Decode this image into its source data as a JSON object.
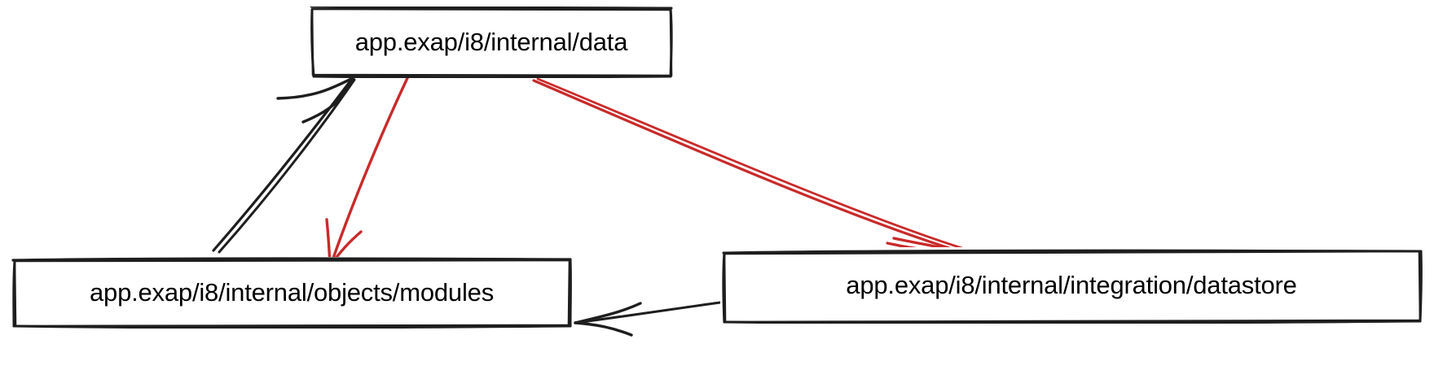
{
  "diagram": {
    "type": "directed-graph",
    "style": "hand-drawn",
    "background_color": "#ffffff",
    "nodes": [
      {
        "id": "data",
        "label": "app.exap/i8/internal/data",
        "stroke_color": "#1e1e1e",
        "fill_color": "#ffffff",
        "text_color": "#000000"
      },
      {
        "id": "modules",
        "label": "app.exap/i8/internal/objects/modules",
        "stroke_color": "#1e1e1e",
        "fill_color": "#ffffff",
        "text_color": "#000000"
      },
      {
        "id": "datastore",
        "label": "app.exap/i8/internal/integration/datastore",
        "stroke_color": "#1e1e1e",
        "fill_color": "#ffffff",
        "text_color": "#000000"
      }
    ],
    "edges": [
      {
        "id": "modules-to-data",
        "from": "modules",
        "to": "data",
        "color": "#1e1e1e",
        "arrowhead": "end"
      },
      {
        "id": "data-to-modules",
        "from": "data",
        "to": "modules",
        "color": "#c92a2a",
        "arrowhead": "end"
      },
      {
        "id": "data-to-datastore",
        "from": "data",
        "to": "datastore",
        "color": "#c92a2a",
        "arrowhead": "end"
      },
      {
        "id": "datastore-to-modules",
        "from": "datastore",
        "to": "modules",
        "color": "#1e1e1e",
        "arrowhead": "end"
      }
    ]
  }
}
